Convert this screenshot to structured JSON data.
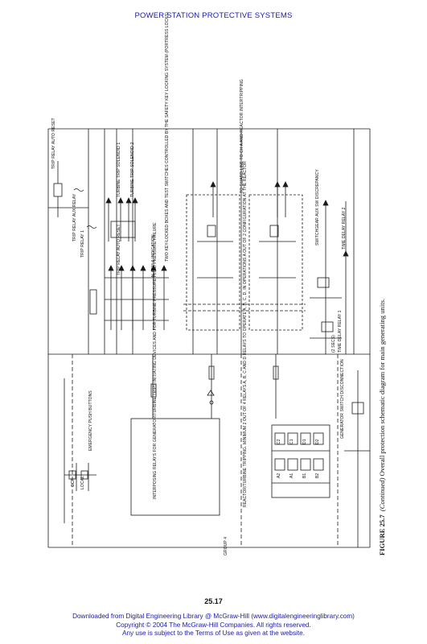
{
  "header": {
    "title": "POWER STATION PROTECTIVE SYSTEMS"
  },
  "page_number": "25.17",
  "footer": {
    "line1": "Downloaded from Digital Engineering Library @ McGraw-Hill (www.digitalengineeringlibrary.com)",
    "line2": "Copyright © 2004 The McGraw-Hill Companies. All rights reserved.",
    "line3": "Any use is subject to the Terms of Use as given at the website."
  },
  "caption": {
    "figure": "FIGURE 25.7",
    "continued": "(Continued)",
    "text": "Overall protection schematic diagram for main generating units."
  },
  "diagram_labels": {
    "trip_relay_auto_reset": "TRIP RELAY AUTO RESET",
    "trip_relay_aux_relay": "TRIP RELAY AUX RELAY",
    "trip_relay_1": "TRIP RELAY 1",
    "turbine_trip_solenoid_1": "TURBINE TRIP SOLENOID 1",
    "turbine_trip_solenoid_2": "TURBINE TRIP SOLENOID 2",
    "trip_relay_auto_reset_2": "TRIP RELAY AUTO RESET",
    "alarm_indication": "ALARM & INDICATION",
    "key_locked_boxes": "TWO KEY-LOCKED BOXES AND TEST SWITCHES CONTROLLED BY THE SAFETY KEY LOCKING SYSTEM (PORTRESS LOCKS)",
    "to_guard_line": "TO GUARD LINE TO CH A AND REACTOR INTERTRIPPING",
    "switching_aux": "SWITCHGEAR AUX SW DISCREPANCY",
    "time_delay_relay_2": "TIME DELAY RELAY 2",
    "time_delay_relay_1": "TIME DELAY RELAY 1",
    "time_delay_2_secs": "(2 SECS)",
    "emergency_push_buttons": "EMERGENCY PUSH BUTTONS",
    "ccr": "CCR",
    "local": "LOCAL",
    "interposing_relays": "INTERPOSING RELAYS FOR GENERATOR/TURBINE TRIPS INITIATING DEVICES AND FOR TURBINE PRESSURE FLUID PRESSURE FAILURE",
    "reactor_intertripping": "REACTOR/TURBINE TRIPPING. MINIMUM 2 OUT OF 4 RELAYS A, B, C AND D RELAYS TO OPERATE A, B, C, D, IN OPERATIONS A OUT OF 2 CONFIGURATION AT THE REACTOR",
    "generator_switch": "GENERATOR SWITCH DISCONNECTION",
    "group4": "GROUP 4",
    "relay_box_labels": [
      "A2",
      "A1",
      "B1",
      "B2",
      "C2",
      "C1",
      "D1",
      "D2"
    ]
  }
}
